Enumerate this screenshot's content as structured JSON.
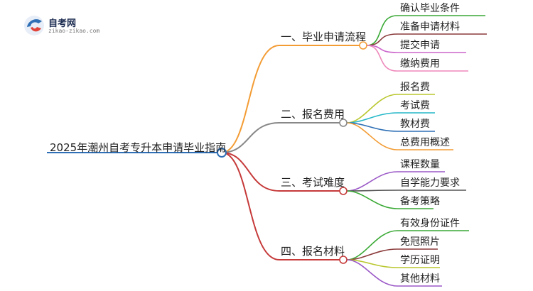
{
  "logo": {
    "title": "自考网",
    "url": "zikao-zikao.com"
  },
  "root": {
    "label": "2025年潮州自考专升本申请毕业指南",
    "color": "#2e6fb5"
  },
  "branches": [
    {
      "label": "一、毕业申请流程",
      "color": "#f39c34",
      "leaves": [
        {
          "label": "确认毕业条件",
          "color": "#3aa935"
        },
        {
          "label": "准备申请材料",
          "color": "#8b3a3a"
        },
        {
          "label": "提交申请",
          "color": "#cc66cc"
        },
        {
          "label": "缴纳费用",
          "color": "#ee88bb"
        }
      ]
    },
    {
      "label": "二、报名费用",
      "color": "#888888",
      "leaves": [
        {
          "label": "报名费",
          "color": "#b9c72e"
        },
        {
          "label": "考试费",
          "color": "#27b8c8"
        },
        {
          "label": "教材费",
          "color": "#2e6fb5"
        },
        {
          "label": "总费用概述",
          "color": "#f39c34"
        }
      ]
    },
    {
      "label": "三、考试难度",
      "color": "#c63a3a",
      "leaves": [
        {
          "label": "课程数量",
          "color": "#9b59c7"
        },
        {
          "label": "自学能力要求",
          "color": "#555555"
        },
        {
          "label": "备考策略",
          "color": "#3aa935"
        }
      ]
    },
    {
      "label": "四、报名材料",
      "color": "#c63a3a",
      "leaves": [
        {
          "label": "有效身份证件",
          "color": "#3aa935"
        },
        {
          "label": "免冠照片",
          "color": "#8b3a3a"
        },
        {
          "label": "学历证明",
          "color": "#b9c72e"
        },
        {
          "label": "其他材料",
          "color": "#9b59c7"
        }
      ]
    }
  ]
}
